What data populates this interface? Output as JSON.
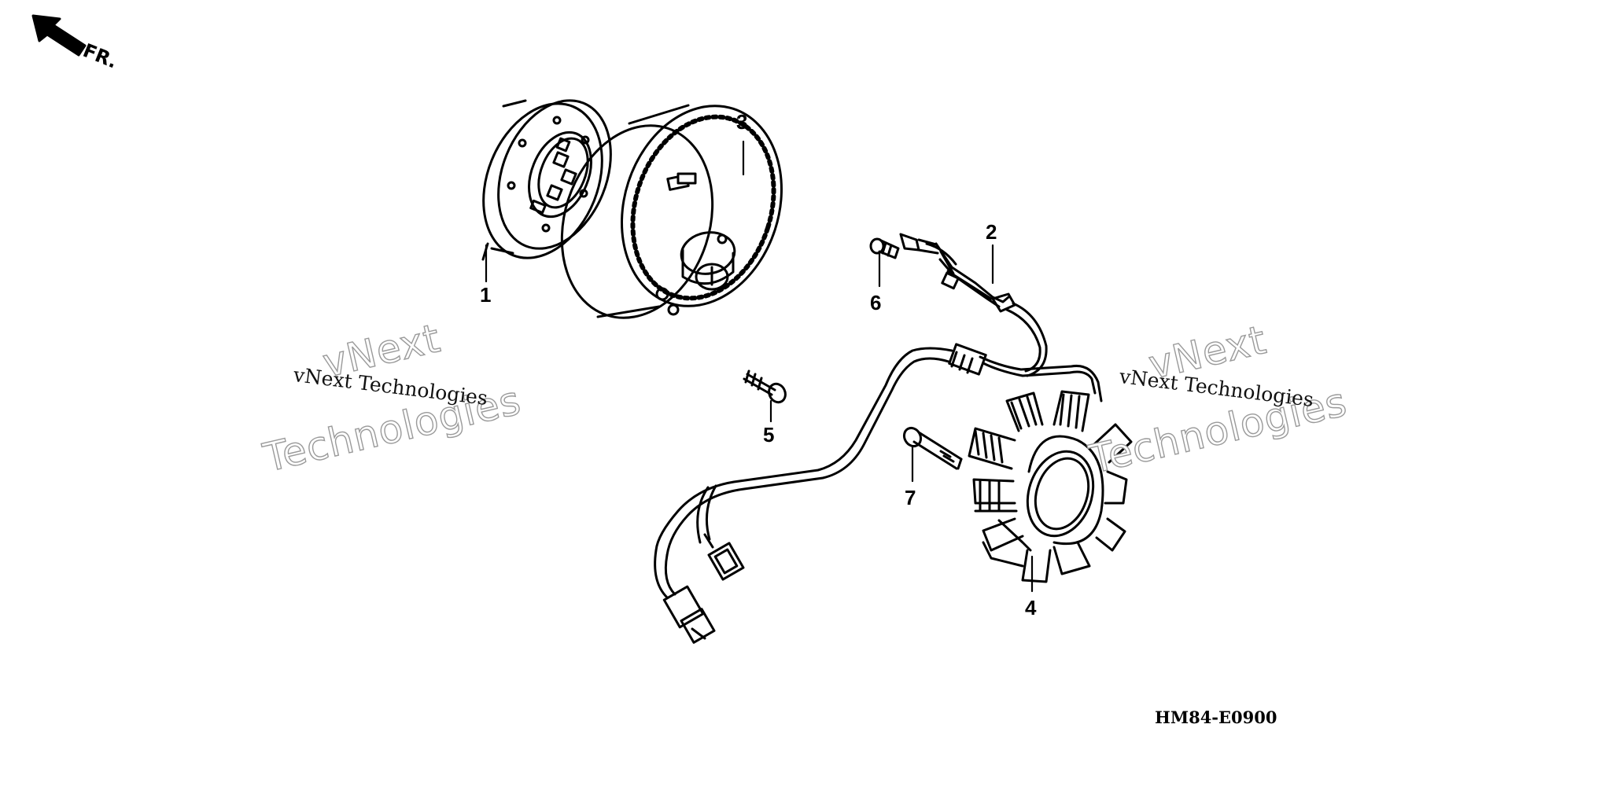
{
  "direction": {
    "label": "FR.",
    "icon": "front-direction-arrow-icon"
  },
  "watermark": {
    "line1": "vNext",
    "line2": "Technologies",
    "caption": "vNext Technologies"
  },
  "callouts": [
    {
      "id": "1",
      "part": "flywheel-rotor"
    },
    {
      "id": "2",
      "part": "pulse-generator"
    },
    {
      "id": "3",
      "part": "flywheel"
    },
    {
      "id": "4",
      "part": "stator"
    },
    {
      "id": "5",
      "part": "bolt"
    },
    {
      "id": "6",
      "part": "bolt"
    },
    {
      "id": "7",
      "part": "bolt"
    }
  ],
  "diagram_code": "HM84-E0900",
  "colors": {
    "line": "#000000",
    "watermark_outline": "#9a9a9a",
    "background": "#ffffff"
  }
}
